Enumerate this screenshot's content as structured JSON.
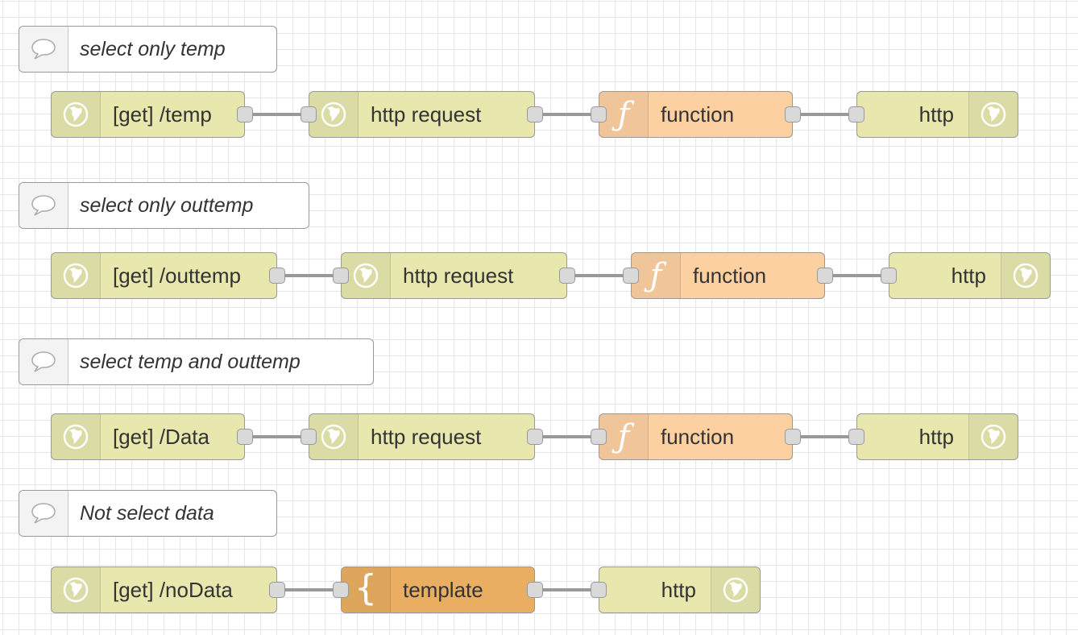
{
  "comments": [
    {
      "label": "select only temp"
    },
    {
      "label": "select only outtemp"
    },
    {
      "label": "select temp and outtemp"
    },
    {
      "label": "Not select data"
    }
  ],
  "flows": [
    {
      "nodes": [
        {
          "type": "http-in",
          "label": "[get] /temp",
          "icon": "globe-icon"
        },
        {
          "type": "http-request",
          "label": "http request",
          "icon": "globe-icon"
        },
        {
          "type": "function",
          "label": "function",
          "icon": "function-icon"
        },
        {
          "type": "http-response",
          "label": "http",
          "icon": "globe-icon"
        }
      ]
    },
    {
      "nodes": [
        {
          "type": "http-in",
          "label": "[get] /outtemp",
          "icon": "globe-icon"
        },
        {
          "type": "http-request",
          "label": "http request",
          "icon": "globe-icon"
        },
        {
          "type": "function",
          "label": "function",
          "icon": "function-icon"
        },
        {
          "type": "http-response",
          "label": "http",
          "icon": "globe-icon"
        }
      ]
    },
    {
      "nodes": [
        {
          "type": "http-in",
          "label": "[get] /Data",
          "icon": "globe-icon"
        },
        {
          "type": "http-request",
          "label": "http request",
          "icon": "globe-icon"
        },
        {
          "type": "function",
          "label": "function",
          "icon": "function-icon"
        },
        {
          "type": "http-response",
          "label": "http",
          "icon": "globe-icon"
        }
      ]
    },
    {
      "nodes": [
        {
          "type": "http-in",
          "label": "[get] /noData",
          "icon": "globe-icon"
        },
        {
          "type": "template",
          "label": "template",
          "icon": "template-brace-icon"
        },
        {
          "type": "http-response",
          "label": "http",
          "icon": "globe-icon"
        }
      ]
    }
  ],
  "colors": {
    "http_node": "#e7e7ae",
    "function_node": "#fdd0a2",
    "template_node": "#eaae63",
    "wire": "#999999",
    "grid": "#e6e6e6"
  }
}
